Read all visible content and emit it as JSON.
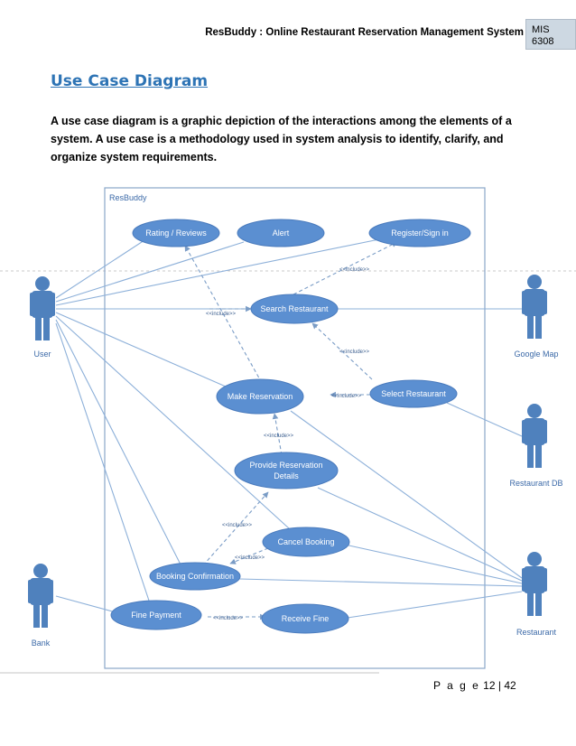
{
  "header": {
    "title": "ResBuddy : Online Restaurant Reservation Management System",
    "badge_line1": "MIS",
    "badge_line2": "6308"
  },
  "section_title": "Use Case Diagram",
  "intro": "A use case diagram is a graphic depiction of the interactions among the elements of a system. A use case is a methodology used in system analysis to identify, clarify, and organize system requirements.",
  "diagram": {
    "system_label": "ResBuddy",
    "actors": {
      "user": "User",
      "bank": "Bank",
      "google_map": "Google Map",
      "restaurant_db": "Restaurant DB",
      "restaurant": "Restaurant"
    },
    "use_cases": {
      "rating": "Rating / Reviews",
      "alert": "Alert",
      "register": "Register/Sign in",
      "search": "Search Restaurant",
      "make_reservation": "Make Reservation",
      "select_restaurant": "Select Restaurant",
      "provide_details_1": "Provide Reservation",
      "provide_details_2": "Details",
      "cancel_booking": "Cancel Booking",
      "booking_confirmation": "Booking Confirmation",
      "fine_payment": "Fine Payment",
      "receive_fine": "Receive Fine"
    },
    "include_label": "<<include>>",
    "colors": {
      "ellipse_fill": "#5b8fd1",
      "ellipse_stroke": "#4a7bbd",
      "line": "#8db0d9",
      "actor": "#4f81bd"
    }
  },
  "footer": {
    "page_word": "P a g e",
    "page_num": "12",
    "total": "42"
  }
}
